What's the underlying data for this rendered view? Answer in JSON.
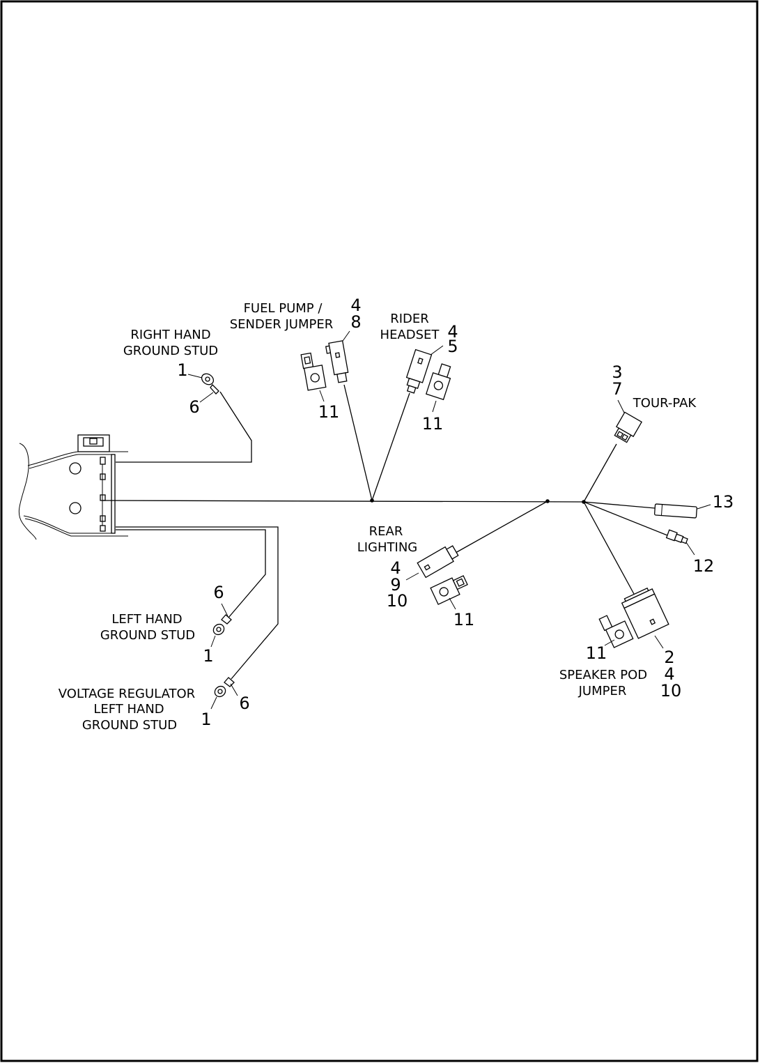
{
  "labels": {
    "right_hand_ground_stud": [
      "RIGHT HAND",
      "GROUND STUD"
    ],
    "fuel_pump": [
      "FUEL PUMP /",
      "SENDER JUMPER"
    ],
    "rider_headset": [
      "RIDER",
      "HEADSET"
    ],
    "tour_pak": "TOUR-PAK",
    "rear_lighting": [
      "REAR",
      "LIGHTING"
    ],
    "left_hand_ground_stud": [
      "LEFT HAND",
      "GROUND STUD"
    ],
    "voltage_regulator": [
      "VOLTAGE REGULATOR",
      "LEFT HAND",
      "GROUND STUD"
    ],
    "speaker_pod_jumper": [
      "SPEAKER POD",
      "JUMPER"
    ]
  },
  "callouts": {
    "rh_ground_terminal": "1",
    "rh_ground_wire": "6",
    "fuel_pump_a": "4",
    "fuel_pump_b": "8",
    "fuel_pump_clip": "11",
    "rider_headset_a": "4",
    "rider_headset_b": "5",
    "rider_headset_clip": "11",
    "tour_pak_a": "3",
    "tour_pak_b": "7",
    "item_13": "13",
    "item_12": "12",
    "rear_lighting_a": "4",
    "rear_lighting_b": "9",
    "rear_lighting_c": "10",
    "rear_lighting_clip": "11",
    "speaker_pod_clip": "11",
    "speaker_pod_a": "2",
    "speaker_pod_b": "4",
    "speaker_pod_c": "10",
    "lh_ground_wire": "6",
    "lh_ground_terminal": "1",
    "vr_ground_terminal": "1",
    "vr_ground_wire": "6"
  }
}
